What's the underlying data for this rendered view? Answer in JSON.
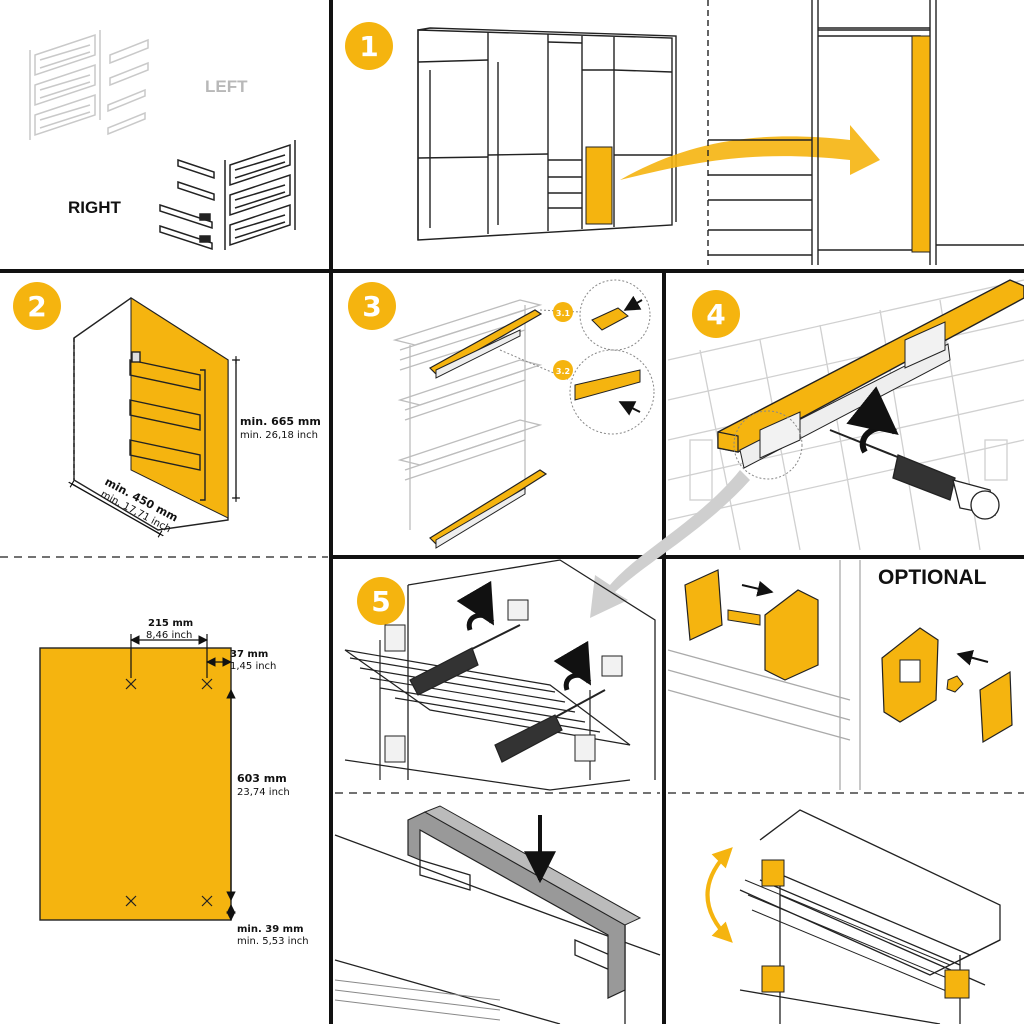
{
  "colors": {
    "accent": "#F5B40F",
    "line": "#111111",
    "ghost": "#c9c9c9",
    "arrow_grey": "#cfcfcf"
  },
  "overview": {
    "left_label": "LEFT",
    "right_label": "RIGHT"
  },
  "steps": {
    "s1": "1",
    "s2": "2",
    "s3": "3",
    "s4": "4",
    "s5": "5",
    "sub1": "3.1",
    "sub2": "3.2"
  },
  "cabinet_dims": {
    "height_mm": "min. 665 mm",
    "height_inch": "min. 26,18 inch",
    "width_mm": "min. 450 mm",
    "width_inch": "min. 17,71 inch"
  },
  "drilling": {
    "d1_mm": "215 mm",
    "d1_inch": "8,46  inch",
    "d2_mm": "37 mm",
    "d2_inch": "1,45  inch",
    "d3_mm": "603 mm",
    "d3_inch": "23,74  inch",
    "d4_mm": "min. 39 mm",
    "d4_inch": "min. 5,53  inch"
  },
  "optional_label": "OPTIONAL"
}
